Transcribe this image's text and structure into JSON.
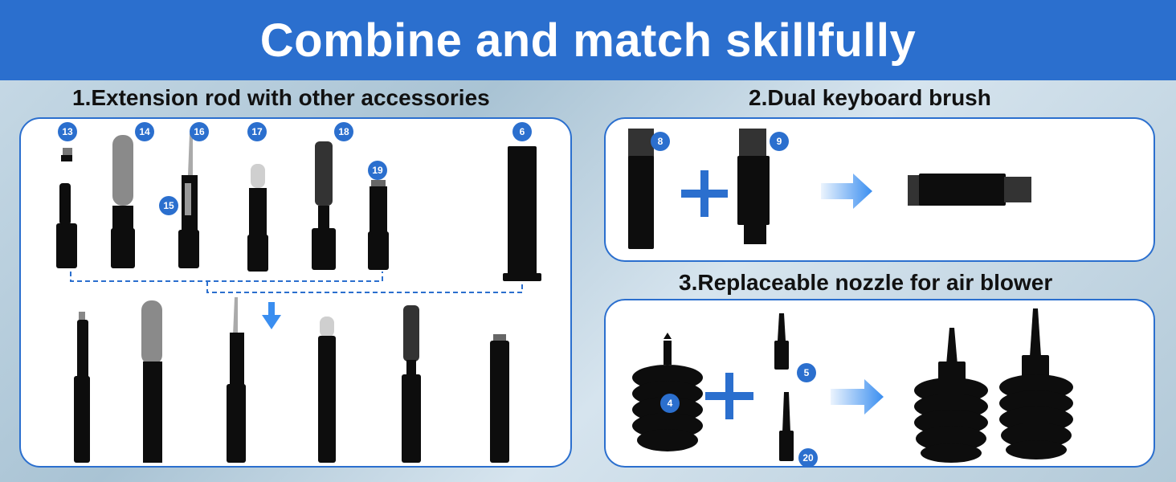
{
  "banner": {
    "title": "Combine and match skillfully"
  },
  "sections": {
    "extension": {
      "title": "1.Extension rod with other accessories"
    },
    "keyboard": {
      "title": "2.Dual keyboard brush"
    },
    "nozzle": {
      "title": "3.Replaceable nozzle for air blower"
    }
  },
  "badges": {
    "b13": "13",
    "b14": "14",
    "b15": "15",
    "b16": "16",
    "b17": "17",
    "b18": "18",
    "b19": "19",
    "b6": "6",
    "b8": "8",
    "b9": "9",
    "b4": "4",
    "b5": "5",
    "b20": "20"
  },
  "colors": {
    "brand_blue": "#2b6fce",
    "tool_black": "#0d0d0d",
    "arrow_blue": "#3a8ef0"
  }
}
